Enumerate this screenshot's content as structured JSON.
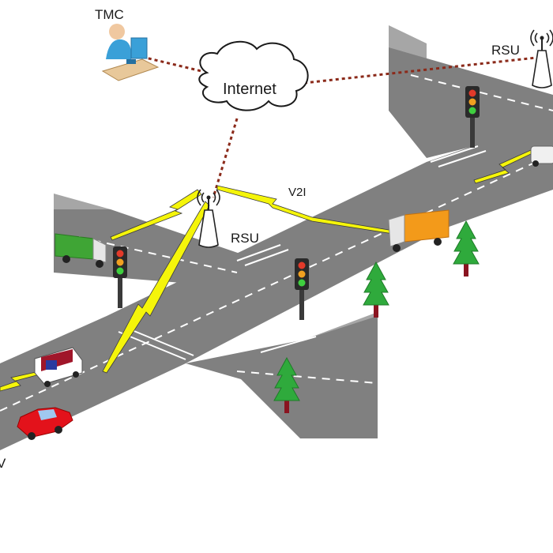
{
  "labels": {
    "tmc": "TMC",
    "internet": "Internet",
    "rsu_center": "RSU",
    "rsu_right": "RSU",
    "v2i": "V2I",
    "v_partial": "V"
  },
  "icons": [
    "operator-computer-icon",
    "cloud-icon",
    "rsu-antenna-icon",
    "traffic-light-icon",
    "tree-icon",
    "truck-icon",
    "ambulance-icon",
    "car-icon",
    "wireless-link-icon"
  ],
  "colors": {
    "road": "#808080",
    "road_edge": "#5e5e5e",
    "wall": "#a6a6a6",
    "backbone_link": "#8b2a1a",
    "wireless": "#f5f50a",
    "green_truck": "#3fa535",
    "orange_truck": "#f39a1a",
    "red_car": "#e3121b",
    "tree": "#2faa3c"
  }
}
